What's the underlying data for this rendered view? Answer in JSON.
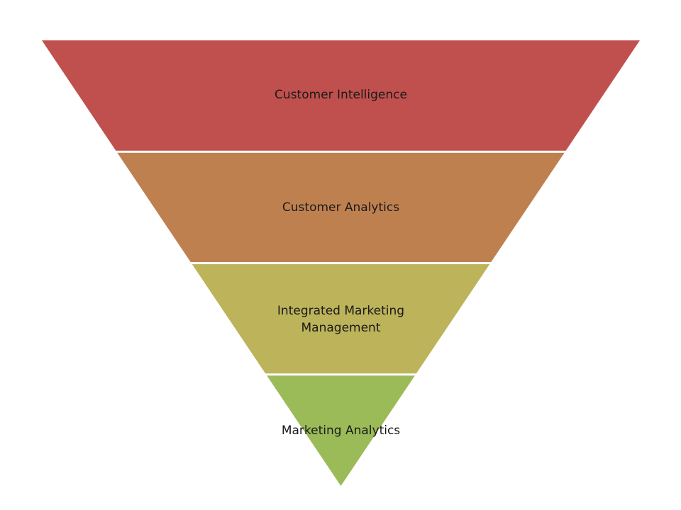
{
  "funnel": {
    "stages": [
      {
        "label_lines": [
          "Customer Intelligence"
        ],
        "color": "#C0504D"
      },
      {
        "label_lines": [
          "Customer Analytics"
        ],
        "color": "#BF8050"
      },
      {
        "label_lines": [
          "Integrated Marketing",
          "Management"
        ],
        "color": "#BDB35A"
      },
      {
        "label_lines": [
          "Marketing Analytics"
        ],
        "color": "#9BBB59"
      }
    ]
  }
}
